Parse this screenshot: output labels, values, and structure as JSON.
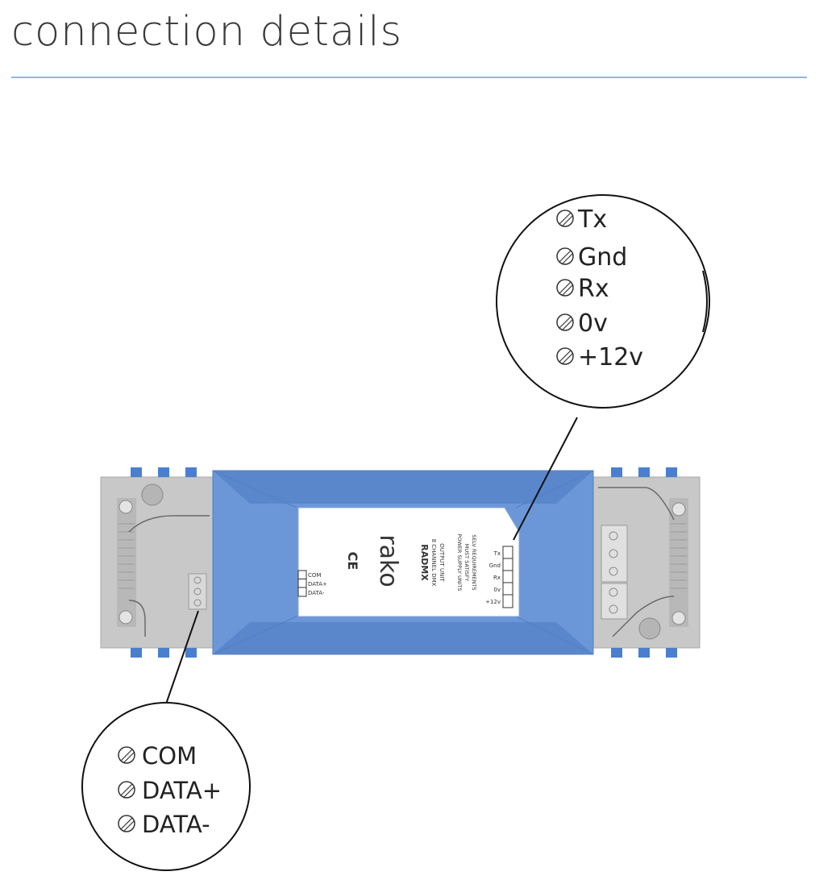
{
  "title": "connection details",
  "colors": {
    "accent_rule": "#8fb7df",
    "housing_blue": "#6b97d8",
    "housing_blue_dark": "#5a87cc",
    "end_cap_grey": "#c8c8c8",
    "pin_blue": "#4a7fd0"
  },
  "icons": {
    "terminal_screw": "terminal-screw-icon",
    "ce_mark": "ce-mark-icon"
  },
  "callout_top": {
    "terminals": [
      "Tx",
      "Gnd",
      "Rx",
      "0v",
      "+12v"
    ]
  },
  "callout_bottom": {
    "terminals": [
      "COM",
      "DATA+",
      "DATA-"
    ]
  },
  "device": {
    "brand": "rako",
    "model": "RADMX",
    "description_line1": "8 CHANNEL DMX",
    "description_line2": "OUTPUT UNIT",
    "psu_line1": "POWER SUPPLY UNITS",
    "psu_line2": "MUST SATISFY",
    "psu_line3": "SELV REQUIREMENTS",
    "ce": "CE",
    "left_terminals": [
      "COM",
      "DATA+",
      "DATA-"
    ],
    "right_terminals": [
      "Tx",
      "Gnd",
      "Rx",
      "0v",
      "+12v"
    ]
  }
}
